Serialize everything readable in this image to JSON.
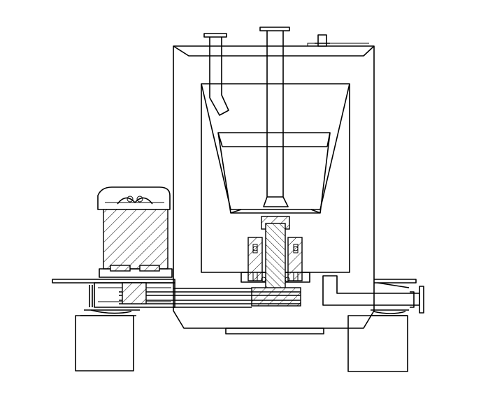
{
  "drawing": {
    "line_color": "#000000",
    "background_color": "#ffffff",
    "components": [
      "centrifuge-casing",
      "feed-pipe",
      "discharge-pipe",
      "conical-basket",
      "inner-bowl",
      "drive-spindle",
      "bearing-housing",
      "electric-motor",
      "motor-fan",
      "belt-drive",
      "base-plate",
      "support-foot-left",
      "support-foot-right",
      "outlet-pipe",
      "outlet-flange",
      "vent-nozzle"
    ]
  }
}
